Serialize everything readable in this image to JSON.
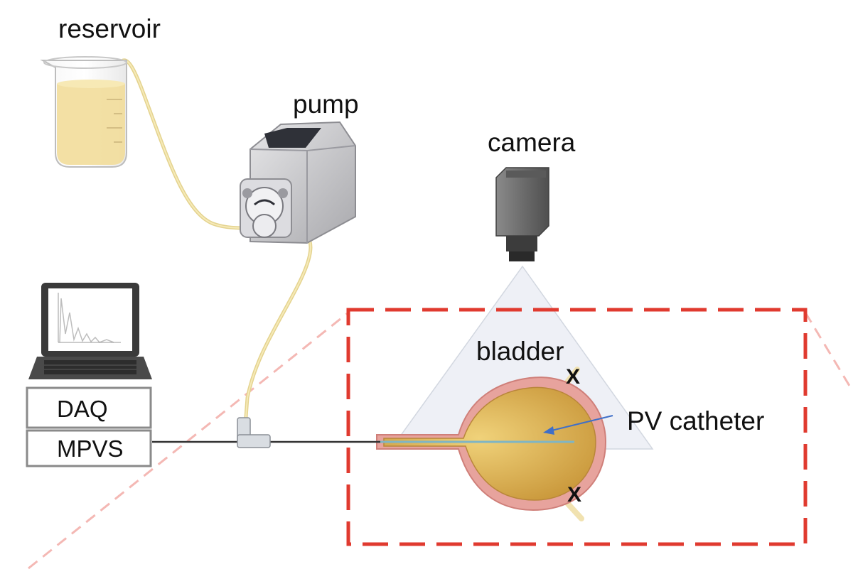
{
  "labels": {
    "reservoir": "reservoir",
    "pump": "pump",
    "camera": "camera",
    "bladder": "bladder",
    "pv_catheter": "PV catheter",
    "daq": "DAQ",
    "mpvs": "MPVS",
    "ligature_top": "X",
    "ligature_bottom": "X"
  },
  "colors": {
    "fluid": "#f2dd9a",
    "tubing": "#efe1a4",
    "dashed_box": "#e03a2f",
    "zoom_lines": "#f4b8b4",
    "bladder_wall": "#e7a39d",
    "bladder_inner": "#dcb04a",
    "catheter": "#7fb5c4",
    "arrow": "#3f6fc8",
    "camera_body": "#6b6b6b",
    "camera_fov": "#e9ecf3",
    "pump_body": "#c9c9cc"
  },
  "laptop_screen_plot": {
    "type": "line",
    "description_curve": [
      0.9,
      0.25,
      0.55,
      0.2,
      0.35,
      0.18,
      0.25,
      0.16,
      0.2
    ]
  }
}
